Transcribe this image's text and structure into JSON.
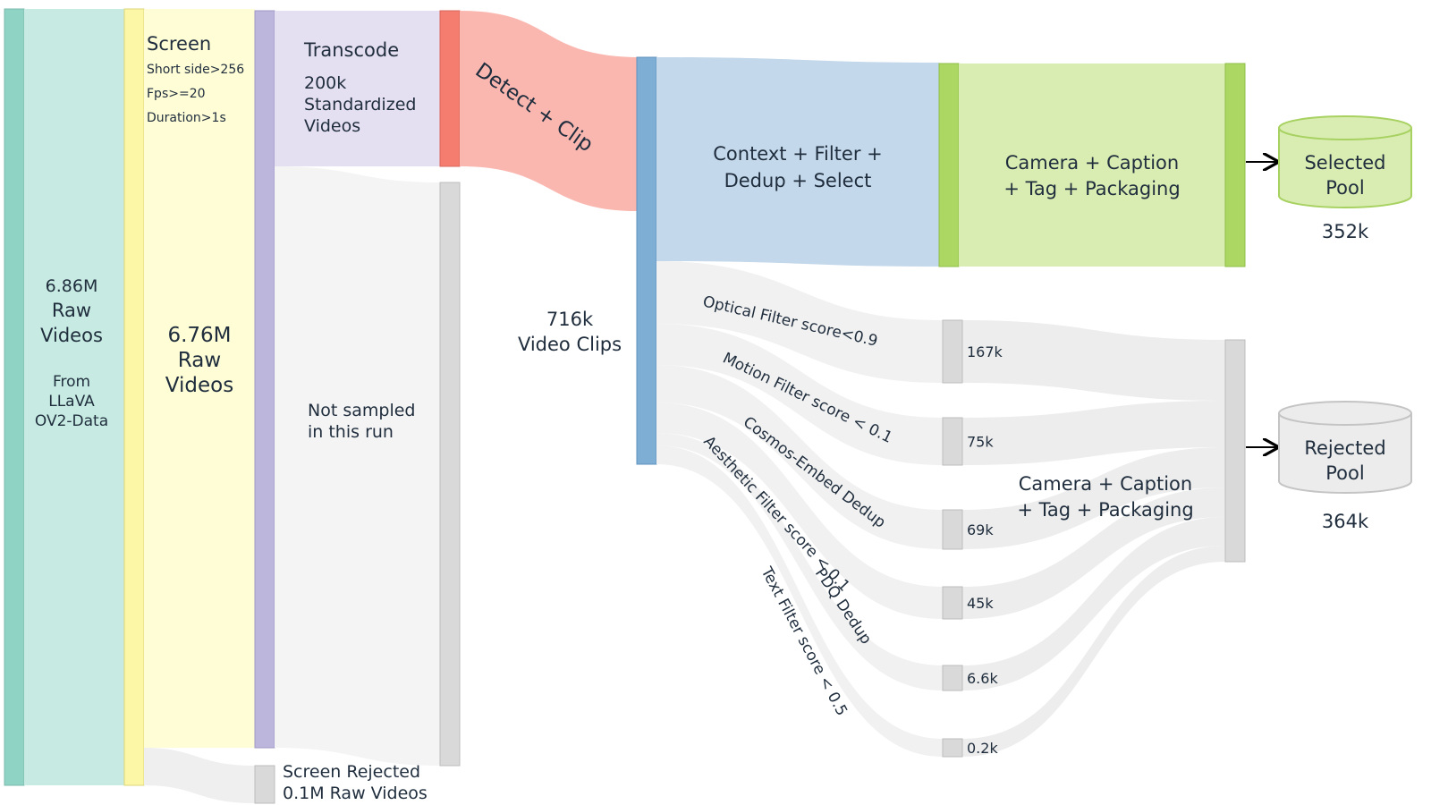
{
  "colors": {
    "raw": "#c7ebe2",
    "raw_bar": "#8fd3c4",
    "screen": "#fffdd6",
    "screen_bar": "#fbf7a6",
    "transcode": "#e4e0f1",
    "transcode_bar": "#bcb6dc",
    "detect": "#fab7b0",
    "detect_bar": "#f47d70",
    "context": "#c3d8ea",
    "context_bar": "#7eaed4",
    "camera": "#d9edb2",
    "camera_bar": "#acd763",
    "reject_flow": "#efefef",
    "reject_bar": "#d9d9d9"
  },
  "nodes": {
    "raw": {
      "line1": "6.86M",
      "line2": "Raw",
      "line3": "Videos",
      "src1": "From",
      "src2": "LLaVA",
      "src3": "OV2-Data"
    },
    "screen": {
      "title": "Screen",
      "crit1": "Short side>256",
      "crit2": "Fps>=20",
      "crit3": "Duration>1s",
      "count1": "6.76M",
      "count2": "Raw",
      "count3": "Videos"
    },
    "screen_reject": {
      "line1": "Screen Rejected",
      "line2": "0.1M Raw Videos"
    },
    "transcode": {
      "title": "Transcode",
      "line1": "200k",
      "line2": "Standardized",
      "line3": "Videos"
    },
    "not_sampled": {
      "line1": "Not sampled",
      "line2": "in this run"
    },
    "detect": {
      "label": "Detect + Clip"
    },
    "clips": {
      "line1": "716k",
      "line2": "Video Clips"
    },
    "context": {
      "line1": "Context + Filter +",
      "line2": "Dedup + Select"
    },
    "camera_top": {
      "line1": "Camera + Caption",
      "line2": "+ Tag + Packaging"
    },
    "camera_bottom": {
      "line1": "Camera + Caption",
      "line2": "+ Tag + Packaging"
    },
    "selected": {
      "line1": "Selected",
      "line2": "Pool",
      "count": "352k"
    },
    "rejected": {
      "line1": "Rejected",
      "line2": "Pool",
      "count": "364k"
    }
  },
  "filters": [
    {
      "label": "Optical Filter score<0.9",
      "count": "167k"
    },
    {
      "label": "Motion Filter score < 0.1",
      "count": "75k"
    },
    {
      "label": "Cosmos-Embed Dedup",
      "count": "69k"
    },
    {
      "label": "Aesthetic Filter score < 0.1",
      "count": "45k"
    },
    {
      "label": "PDQ Dedup",
      "count": "6.6k"
    },
    {
      "label": "Text Filter score < 0.5",
      "count": "0.2k"
    }
  ]
}
